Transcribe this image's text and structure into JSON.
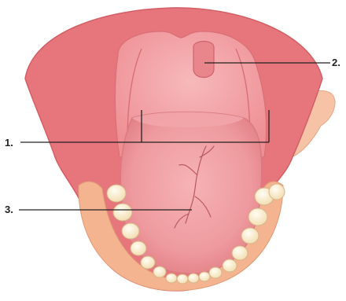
{
  "labels": {
    "label_1": "1.",
    "label_2": "2.",
    "label_3": "3."
  },
  "colors": {
    "outer_tissue": "#e7767c",
    "palate": "#f3a2a6",
    "gum": "#f6c3a6",
    "tongue": "#ee9a9e",
    "tooth": "#fff3dc",
    "leader_line": "#222222"
  }
}
